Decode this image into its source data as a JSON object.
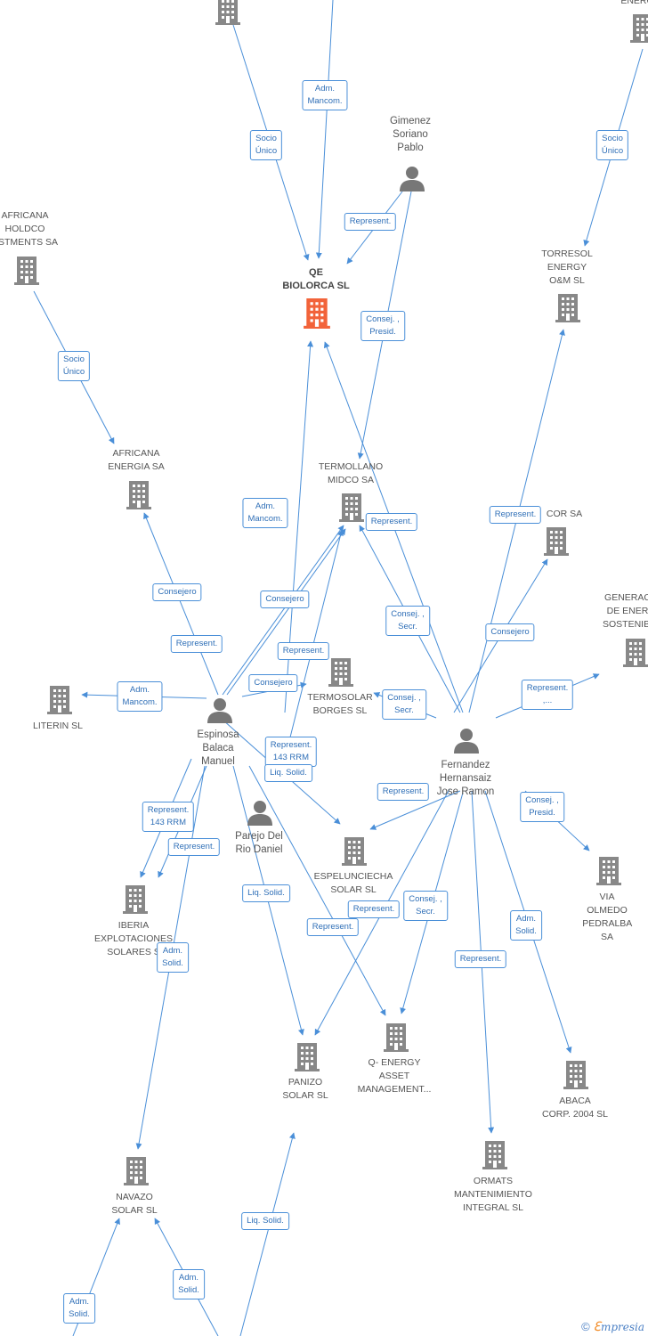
{
  "colors": {
    "edge": "#4a8fd8",
    "company_icon": "#888888",
    "main_company_icon": "#f2633a",
    "person_icon": "#777777"
  },
  "main_company": {
    "label": "QE\nBIOLORCA  SL",
    "icon": "building-icon"
  },
  "companies": [
    {
      "id": "top-left-co",
      "label": ""
    },
    {
      "id": "top-right-co",
      "label": "ENERG"
    },
    {
      "id": "africana-holdco",
      "label": "AFRICANA\nHOLDCO\nESTMENTS SA"
    },
    {
      "id": "torresol",
      "label": "TORRESOL\nENERGY\nO&M SL"
    },
    {
      "id": "africana-energia",
      "label": "AFRICANA\nENERGIA SA"
    },
    {
      "id": "termollano",
      "label": "TERMOLLANO\nMIDCO SA"
    },
    {
      "id": "cor-sa",
      "label": "COR SA"
    },
    {
      "id": "generac",
      "label": "GENERAC\nDE ENER\nSOSTENIBI"
    },
    {
      "id": "literin",
      "label": "LITERIN  SL"
    },
    {
      "id": "termosolar-borges",
      "label": "TERMOSOLAR\nBORGES SL"
    },
    {
      "id": "espelunciecha",
      "label": "ESPELUNCIECHA\nSOLAR  SL"
    },
    {
      "id": "iberia",
      "label": "IBERIA\nEXPLOTACIONES\nSOLARES  S"
    },
    {
      "id": "via-olmedo",
      "label": "VIA OLMEDO\nPEDRALBA SA"
    },
    {
      "id": "panizo",
      "label": "PANIZO\nSOLAR  SL"
    },
    {
      "id": "q-energy",
      "label": "Q- ENERGY\nASSET\nMANAGEMENT..."
    },
    {
      "id": "abaca",
      "label": "ABACA\nCORP.  2004  SL"
    },
    {
      "id": "ormats",
      "label": "ORMATS\nMANTENIMIENTO\nINTEGRAL SL"
    },
    {
      "id": "navazo",
      "label": "NAVAZO\nSOLAR SL"
    }
  ],
  "persons": [
    {
      "id": "gimenez",
      "label": "Gimenez\nSoriano\nPablo"
    },
    {
      "id": "espinosa",
      "label": "Espinosa\nBalaca\nManuel"
    },
    {
      "id": "parejo",
      "label": "Parejo Del\nRio Daniel"
    },
    {
      "id": "fernandez",
      "label": "Fernandez\nHernansaiz\nJose Ramon"
    }
  ],
  "edge_labels": [
    "Adm.\nMancom.",
    "Socio\nÚnico",
    "Socio\nÚnico",
    "Represent.",
    "Socio\nÚnico",
    "Consej. ,\nPresid.",
    "Adm.\nMancom.",
    "Represent.",
    "Represent.",
    "Consejero",
    "Consejero",
    "Consej. ,\nSecr.",
    "Consejero",
    "Represent.",
    "Represent.",
    "Adm.\nMancom.",
    "Consejero",
    "Consej. ,\nSecr.",
    "Represent.\n,...",
    "Represent.\n143 RRM",
    "Liq.  Solid.",
    "Represent.",
    "Represent.\n143 RRM",
    "Consej. ,\nPresid.",
    "Represent.",
    "Liq.  Solid.",
    "Represent.",
    "Consej. ,\nSecr.",
    "Represent.",
    "Adm.\nSolid.",
    "Adm.\nSolid.",
    "Represent.",
    "Liq.  Solid.",
    "Adm.\nSolid.",
    "Adm.\nSolid."
  ],
  "footer": {
    "copyright": "©",
    "brand_first": "ℇ",
    "brand_rest": "mpresia"
  }
}
